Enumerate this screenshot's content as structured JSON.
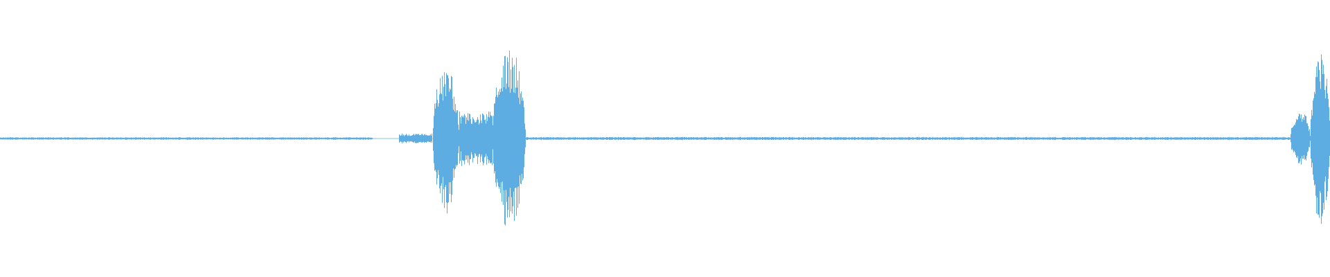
{
  "waveform": {
    "color": "#5dade2",
    "background": "#ffffff",
    "channels": 1,
    "state": "zoomed-to-fit",
    "regions": [
      {
        "kind": "noise-floor",
        "from": 0.0,
        "to": 0.28,
        "level": 0.01
      },
      {
        "kind": "gap",
        "from": 0.28,
        "to": 0.3,
        "level": 0.0
      },
      {
        "kind": "low-activity",
        "from": 0.3,
        "to": 0.325,
        "level": 0.04
      },
      {
        "kind": "burst",
        "from": 0.325,
        "to": 0.345,
        "level": 0.62
      },
      {
        "kind": "tail",
        "from": 0.345,
        "to": 0.37,
        "level": 0.22
      },
      {
        "kind": "burst",
        "from": 0.37,
        "to": 0.395,
        "level": 0.76
      },
      {
        "kind": "noise-floor",
        "from": 0.395,
        "to": 0.97,
        "level": 0.012
      },
      {
        "kind": "transient",
        "from": 0.97,
        "to": 0.985,
        "level": 0.25
      },
      {
        "kind": "burst",
        "from": 0.985,
        "to": 1.0,
        "level": 0.7
      }
    ]
  }
}
